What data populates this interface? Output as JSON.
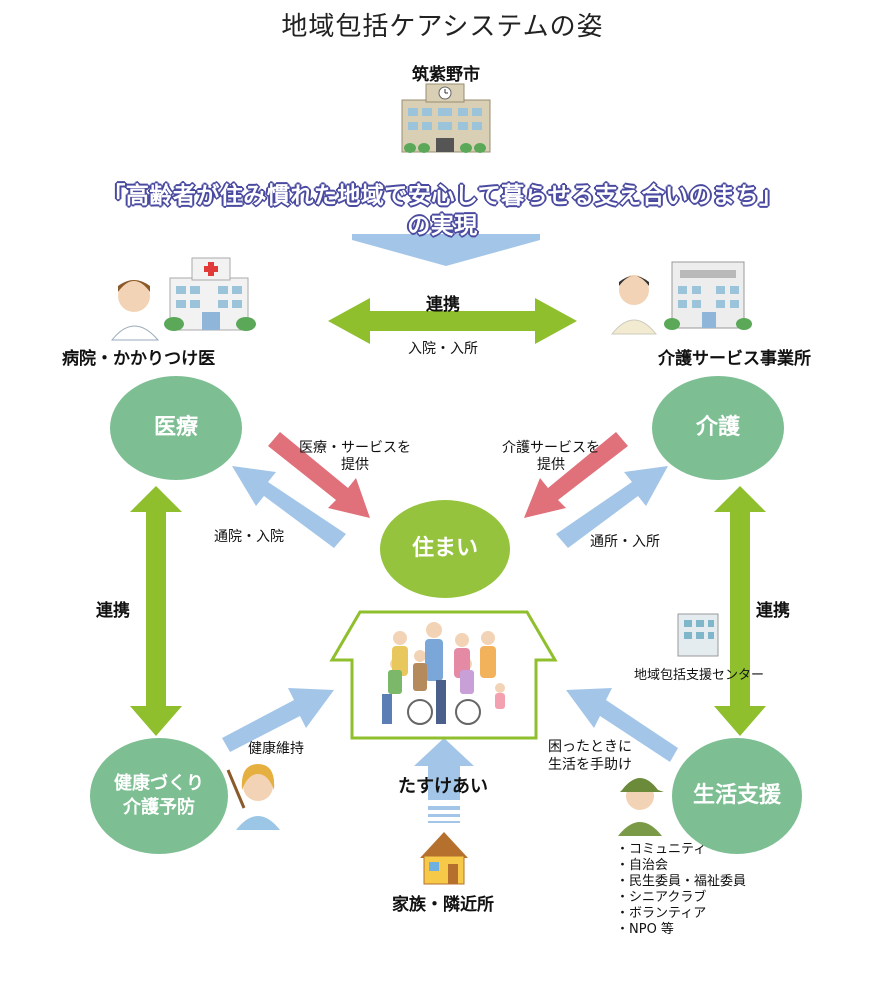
{
  "title": "地域包括ケアシステムの姿",
  "city": {
    "label": "筑紫野市"
  },
  "slogan": {
    "line1": "「高齢者が住み慣れた地域で安心して暮らせる支え合いのまち」",
    "line2": "の実現"
  },
  "hospital": {
    "label": "病院・かかりつけ医",
    "circle": "医療"
  },
  "care_office": {
    "label": "介護サービス事業所",
    "circle": "介護"
  },
  "top_link": {
    "label": "連携",
    "sub": "入院・入所"
  },
  "housing": {
    "circle": "住まい"
  },
  "arrows": {
    "medical_provide": [
      "医療・サービスを",
      "提供"
    ],
    "care_provide": [
      "介護サービスを",
      "提供"
    ],
    "outpatient": "通院・入院",
    "daycare": "通所・入所",
    "health_keep": "健康維持",
    "help": [
      "困ったときに",
      "生活を手助け"
    ],
    "mutual": "たすけあい"
  },
  "left_link": {
    "label": "連携"
  },
  "right_link": {
    "label": "連携"
  },
  "support_center": {
    "label": "地域包括支援センター"
  },
  "health": {
    "line1": "健康づくり",
    "line2": "介護予防"
  },
  "life": {
    "circle": "生活支援"
  },
  "life_list": [
    "・コミュニティ",
    "・自治会",
    "・民生委員・福祉委員",
    "・シニアクラブ",
    "・ボランティア",
    "・NPO 等"
  ],
  "family": {
    "label": "家族・隣近所"
  },
  "colors": {
    "green_dark": "#7dbf93",
    "green_light": "#95c33d",
    "arrow_green": "#8fbf2c",
    "arrow_blue": "#a3c6e8",
    "arrow_red": "#e0707a",
    "slogan_outline": "#4a4aa0"
  }
}
